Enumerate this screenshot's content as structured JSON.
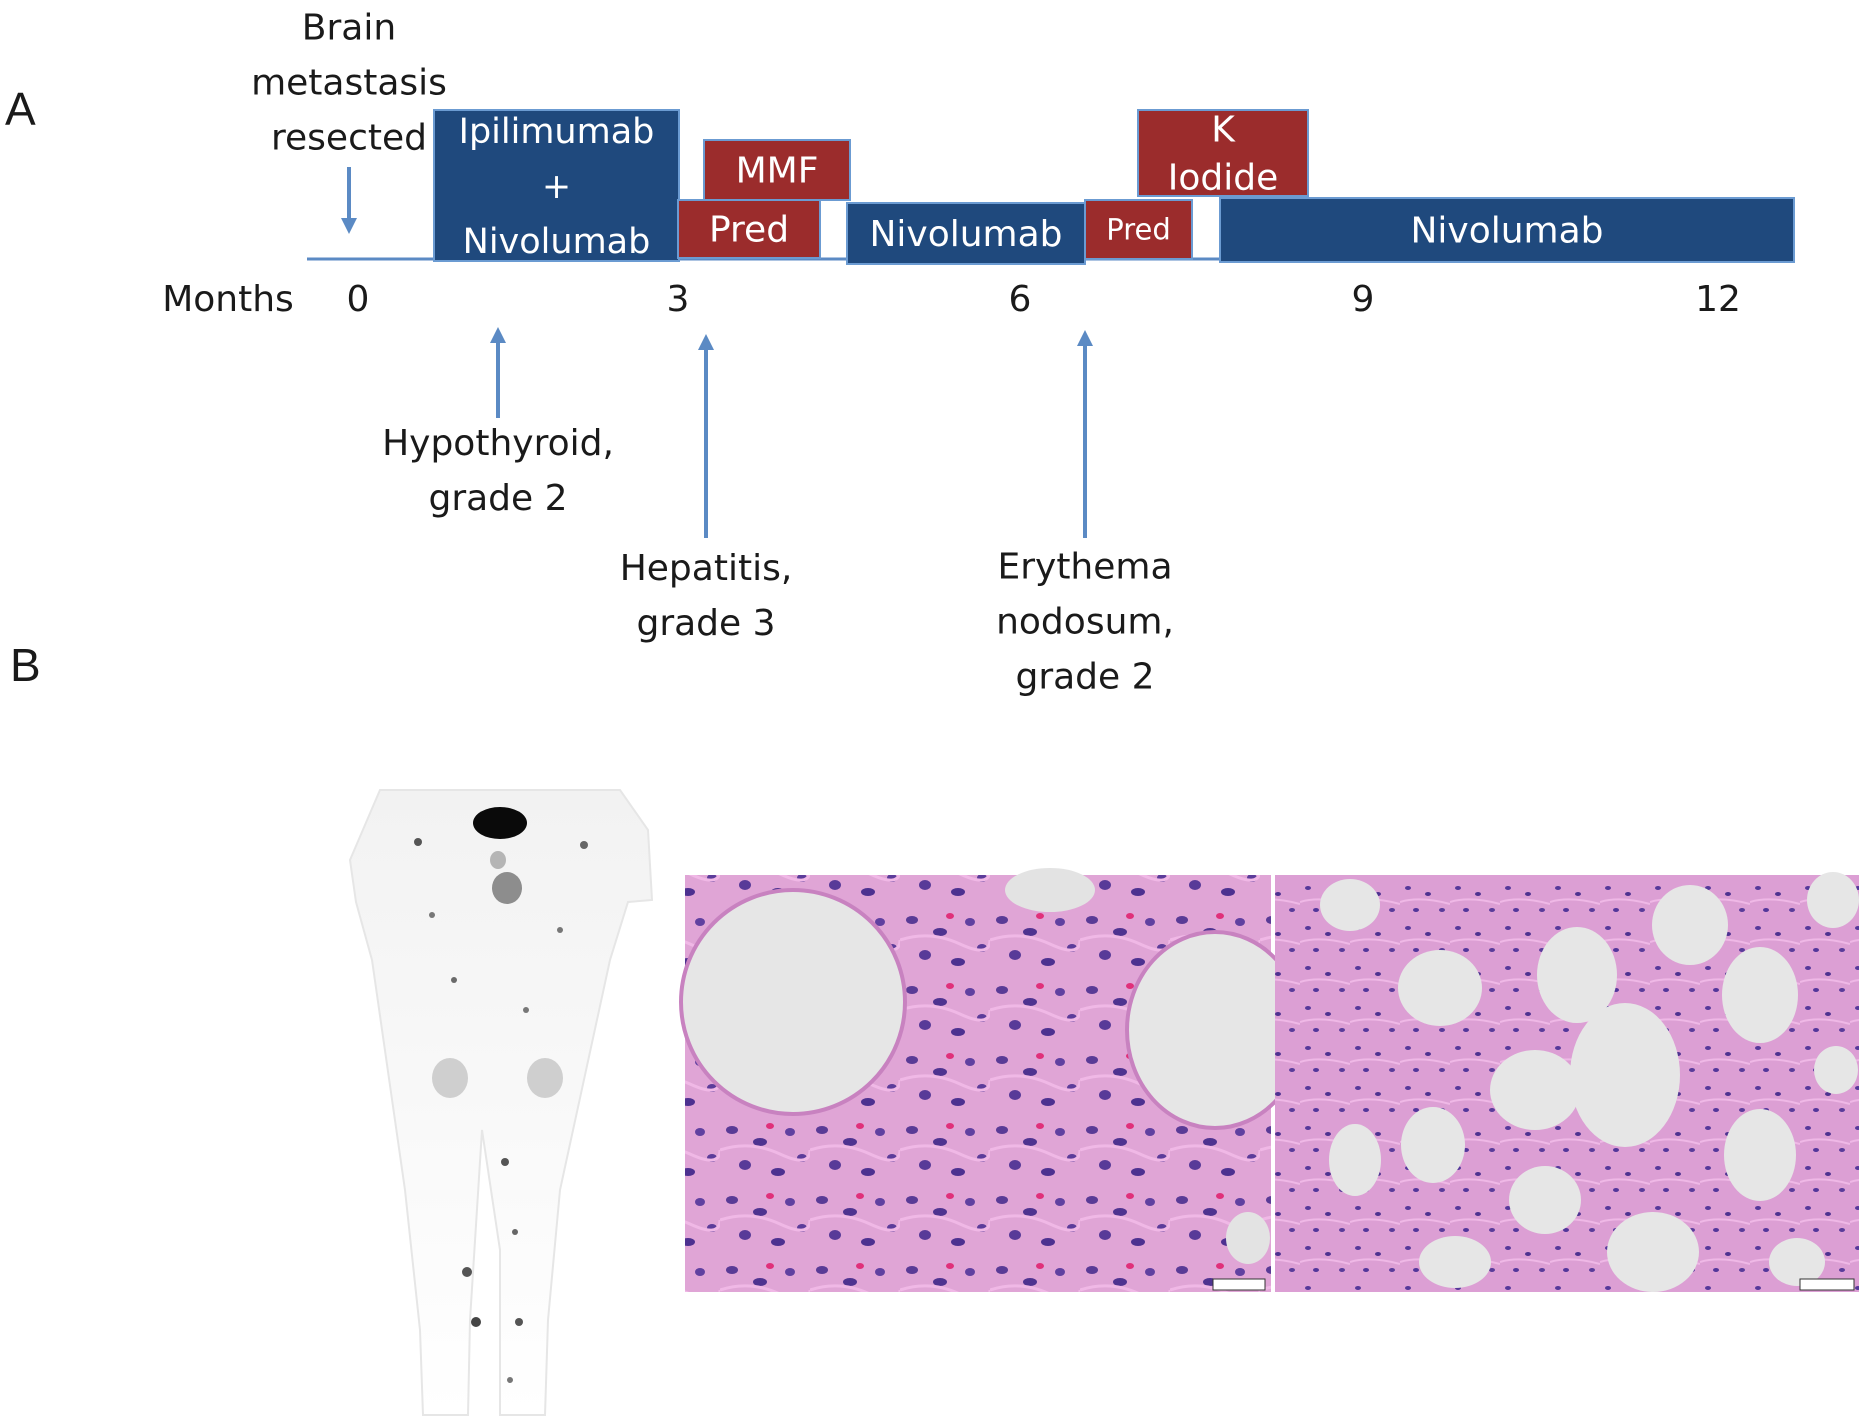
{
  "panel_a": {
    "letter": "A",
    "top_event": [
      "Brain",
      "metastasis",
      "resected"
    ],
    "axis": {
      "label": "Months",
      "ticks": [
        "0",
        "3",
        "6",
        "9",
        "12"
      ]
    },
    "bars": [
      {
        "name": "ipi-nivo",
        "lines": [
          "Ipilimumab",
          "+",
          "Nivolumab"
        ],
        "color": "#1f497d"
      },
      {
        "name": "mmf",
        "lines": [
          "MMF"
        ],
        "color": "#9b2c2c"
      },
      {
        "name": "pred-1",
        "lines": [
          "Pred"
        ],
        "color": "#9b2c2c"
      },
      {
        "name": "nivolumab-1",
        "lines": [
          "Nivolumab"
        ],
        "color": "#1f497d"
      },
      {
        "name": "pred-2",
        "lines": [
          "Pred"
        ],
        "color": "#9b2c2c"
      },
      {
        "name": "k-iodide",
        "lines": [
          "K",
          "Iodide"
        ],
        "color": "#9b2c2c"
      },
      {
        "name": "nivolumab-2",
        "lines": [
          "Nivolumab"
        ],
        "color": "#1f497d"
      }
    ],
    "events": [
      {
        "name": "hypothyroid",
        "lines": [
          "Hypothyroid,",
          "grade 2"
        ]
      },
      {
        "name": "hepatitis",
        "lines": [
          "Hepatitis,",
          "grade 3"
        ]
      },
      {
        "name": "erythema-nodosum",
        "lines": [
          "Erythema",
          "nodosum,",
          "grade 2"
        ]
      }
    ],
    "colors": {
      "arrow": "#5b8ac4",
      "baseline": "#5b8ac4"
    }
  },
  "panel_b": {
    "letter": "B"
  }
}
